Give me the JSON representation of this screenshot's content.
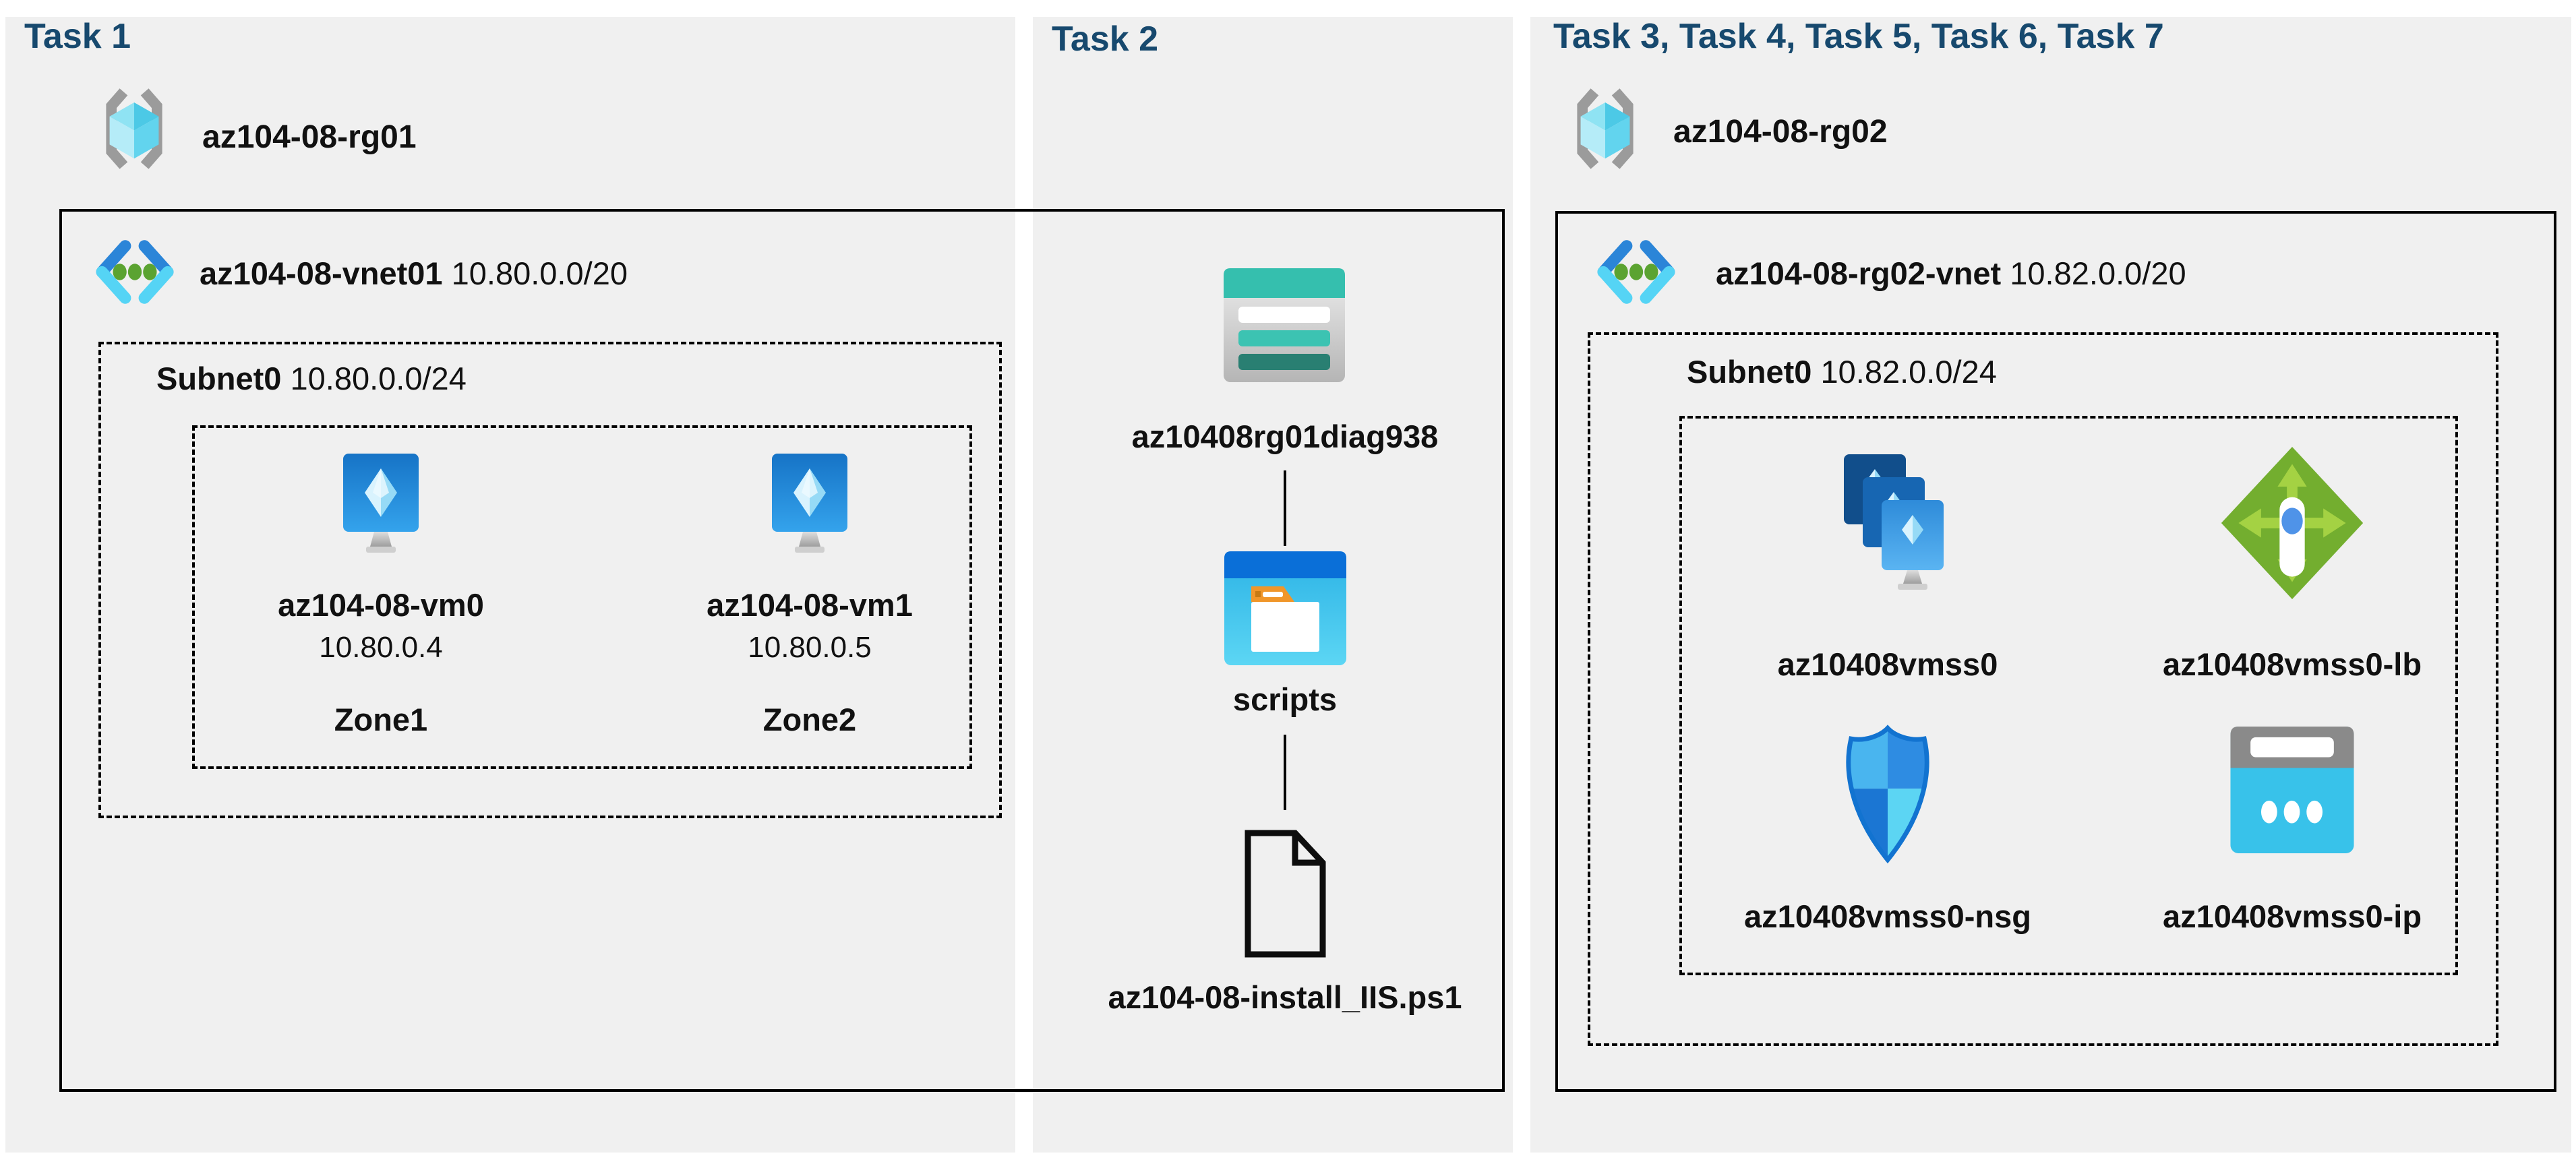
{
  "diagram_title": "AZ-104 lab 08 architecture diagram",
  "colors": {
    "task_header": "#17496e",
    "panel_bg": "#f0f0f0",
    "storage_teal": "#35bfae",
    "scripts_titlebar_blue": "#0a6fd8",
    "folder_tab_orange": "#f0962a",
    "load_balancer_green": "#73ae2f",
    "nsg_shield_blue": "#2e8ce2",
    "public_ip_cyan": "#38c2ea",
    "vm_screen_blue": "#1b7fd3",
    "vnet_chevron_blue": "#2b85d8",
    "vnet_chevron_cyan": "#55d4f5",
    "vnet_dot_green": "#5ba331"
  },
  "tasks": {
    "task1": {
      "header": "Task 1",
      "resource_group": "az104-08-rg01",
      "vnet_name": "az104-08-vnet01",
      "vnet_cidr": "10.80.0.0/20",
      "subnet_name": "Subnet0",
      "subnet_cidr": "10.80.0.0/24",
      "vms": [
        {
          "name": "az104-08-vm0",
          "ip": "10.80.0.4",
          "zone": "Zone1"
        },
        {
          "name": "az104-08-vm1",
          "ip": "10.80.0.5",
          "zone": "Zone2"
        }
      ]
    },
    "task2": {
      "header": "Task 2",
      "storage_account": "az10408rg01diag938",
      "container": "scripts",
      "script_file": "az104-08-install_IIS.ps1"
    },
    "task3": {
      "header": "Task 3, Task 4, Task 5, Task 6, Task 7",
      "resource_group": "az104-08-rg02",
      "vnet_name": "az104-08-rg02-vnet",
      "vnet_cidr": "10.82.0.0/20",
      "subnet_name": "Subnet0",
      "subnet_cidr": "10.82.0.0/24",
      "resources": [
        {
          "name": "az10408vmss0",
          "type": "vm-scale-set"
        },
        {
          "name": "az10408vmss0-lb",
          "type": "load-balancer"
        },
        {
          "name": "az10408vmss0-nsg",
          "type": "network-security-group"
        },
        {
          "name": "az10408vmss0-ip",
          "type": "public-ip"
        }
      ]
    }
  }
}
